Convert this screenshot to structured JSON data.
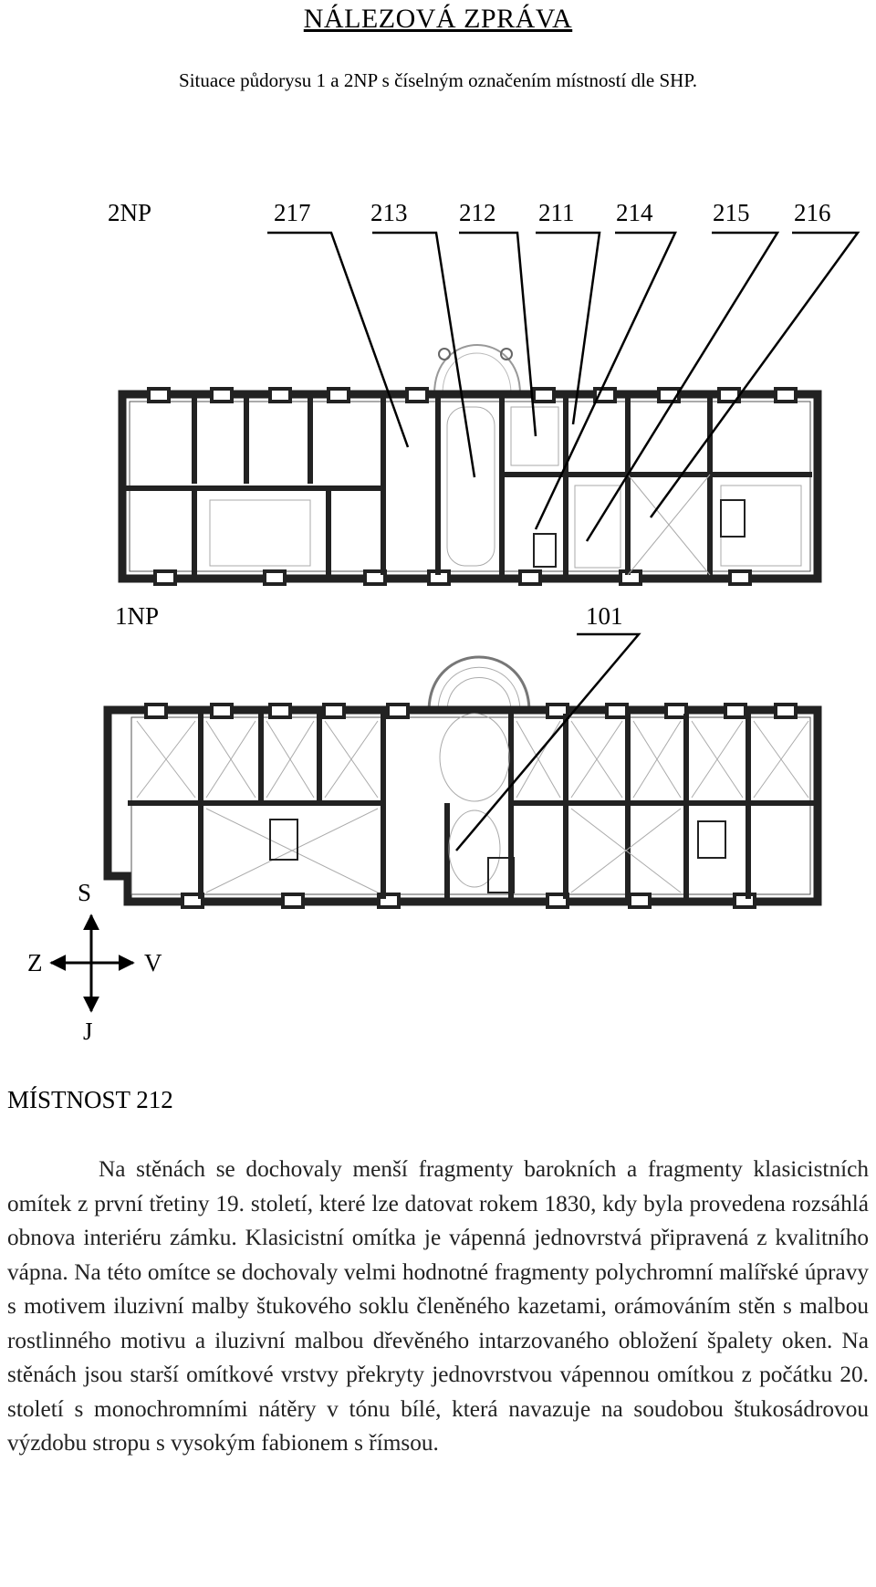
{
  "header": {
    "title": "NÁLEZOVÁ ZPRÁVA",
    "subtitle": "Situace půdorysu 1 a 2NP s číselným označením místností dle SHP."
  },
  "floor2": {
    "label": "2NP",
    "rooms": [
      "217",
      "213",
      "212",
      "211",
      "214",
      "215",
      "216"
    ]
  },
  "floor1": {
    "label": "1NP",
    "rooms": [
      "101"
    ]
  },
  "compass": {
    "north": "S",
    "west": "Z",
    "east": "V",
    "south": "J"
  },
  "section": {
    "heading": "MÍSTNOST 212",
    "text": "Na stěnách se dochovaly menší fragmenty barokních a fragmenty klasicistních omítek z první třetiny 19. století, které lze datovat rokem 1830, kdy byla provedena rozsáhlá obnova interiéru zámku. Klasicistní omítka je vápenná jednovrstvá připravená z kvalitního vápna. Na této omítce se dochovaly velmi hodnotné fragmenty polychromní malířské úpravy s motivem iluzivní malby štukového soklu členěného kazetami, orámováním stěn s malbou rostlinného motivu a iluzivní malbou dřevěného intarzovaného obložení špalety oken. Na stěnách jsou starší omítkové vrstvy překryty jednovrstvou vápennou omítkou z počátku 20. století s monochromními nátěry v tónu bílé, která navazuje na soudobou štukosádrovou výzdobu stropu s vysokým fabionem s římsou."
  }
}
